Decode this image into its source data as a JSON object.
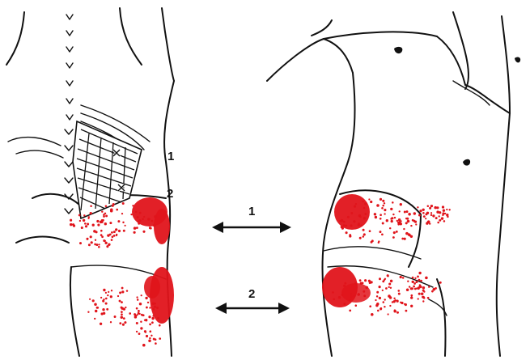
{
  "figure": {
    "left_view_markers": [
      "1",
      "2"
    ],
    "arrow_labels": [
      "1",
      "2"
    ],
    "colors": {
      "ink": "#111111",
      "referral_pattern": "#e0141b",
      "background": "#ffffff"
    }
  }
}
